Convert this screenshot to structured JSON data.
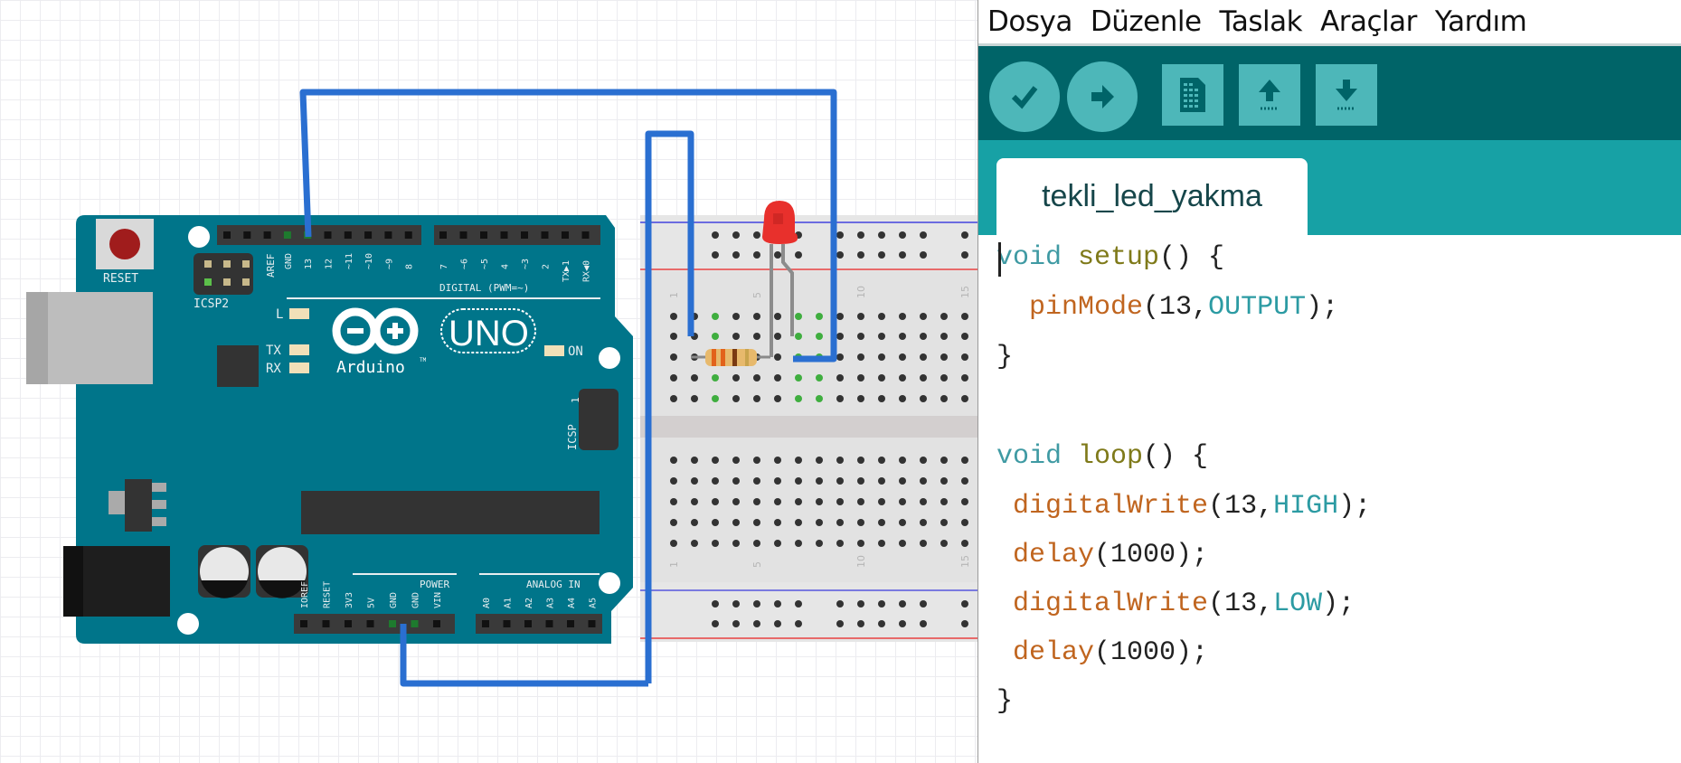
{
  "breadboard_view": {
    "arduino": {
      "reset_label": "RESET",
      "icsp2_label": "ICSP2",
      "icsp_label": "ICSP",
      "icsp_pin1_label": "1",
      "aref_label": "AREF",
      "digital_pins": [
        "GND",
        "13",
        "12",
        "~11",
        "~10",
        "~9",
        "8",
        "7",
        "~6",
        "~5",
        "4",
        "~3",
        "2",
        "TX▶1",
        "RX◀0"
      ],
      "digital_header_label": "DIGITAL (PWM=~)",
      "led_l_label": "L",
      "led_tx_label": "TX",
      "led_rx_label": "RX",
      "led_on_label": "ON",
      "logo_text": "UNO",
      "brand_text": "Arduino",
      "brand_tm": "TM",
      "power_header_label": "POWER",
      "power_pins": [
        "IOREF",
        "RESET",
        "3V3",
        "5V",
        "GND",
        "GND",
        "VIN"
      ],
      "analog_header_label": "ANALOG IN",
      "analog_pins": [
        "A0",
        "A1",
        "A2",
        "A3",
        "A4",
        "A5"
      ]
    },
    "breadboard": {
      "column_numbers": [
        "1",
        "5",
        "10",
        "15"
      ]
    },
    "colors": {
      "board": "#00758a",
      "wire": "#2a6fd1",
      "led": "#e8302c",
      "connected_hole": "#3fae3f"
    }
  },
  "ide": {
    "menu": [
      "Dosya",
      "Düzenle",
      "Taslak",
      "Araçlar",
      "Yardım"
    ],
    "toolbar": {
      "verify": "check-icon",
      "upload": "arrow-right-icon",
      "new": "new-file-icon",
      "open": "open-arrow-up-icon",
      "save": "save-arrow-down-icon"
    },
    "tab_label": "tekli_led_yakma",
    "code": [
      [
        {
          "t": "void",
          "c": "kw"
        },
        {
          "t": " ",
          "c": "punct"
        },
        {
          "t": "setup",
          "c": "fn2"
        },
        {
          "t": "() {",
          "c": "punct"
        }
      ],
      [
        {
          "t": "  ",
          "c": "punct"
        },
        {
          "t": "pinMode",
          "c": "fn"
        },
        {
          "t": "(13,",
          "c": "punct"
        },
        {
          "t": "OUTPUT",
          "c": "const"
        },
        {
          "t": ");",
          "c": "punct"
        }
      ],
      [
        {
          "t": "}",
          "c": "punct"
        }
      ],
      [],
      [
        {
          "t": "void",
          "c": "kw"
        },
        {
          "t": " ",
          "c": "punct"
        },
        {
          "t": "loop",
          "c": "fn2"
        },
        {
          "t": "() {",
          "c": "punct"
        }
      ],
      [
        {
          "t": " ",
          "c": "punct"
        },
        {
          "t": "digitalWrite",
          "c": "fn"
        },
        {
          "t": "(13,",
          "c": "punct"
        },
        {
          "t": "HIGH",
          "c": "const"
        },
        {
          "t": ");",
          "c": "punct"
        }
      ],
      [
        {
          "t": " ",
          "c": "punct"
        },
        {
          "t": "delay",
          "c": "fn"
        },
        {
          "t": "(1000);",
          "c": "punct"
        }
      ],
      [
        {
          "t": " ",
          "c": "punct"
        },
        {
          "t": "digitalWrite",
          "c": "fn"
        },
        {
          "t": "(13,",
          "c": "punct"
        },
        {
          "t": "LOW",
          "c": "const"
        },
        {
          "t": ");",
          "c": "punct"
        }
      ],
      [
        {
          "t": " ",
          "c": "punct"
        },
        {
          "t": "delay",
          "c": "fn"
        },
        {
          "t": "(1000);",
          "c": "punct"
        }
      ],
      [
        {
          "t": "}",
          "c": "punct"
        }
      ]
    ],
    "colors": {
      "toolbar_bg": "#006468",
      "tabstrip_bg": "#17a1a5",
      "button_bg": "#4db7b9"
    }
  }
}
